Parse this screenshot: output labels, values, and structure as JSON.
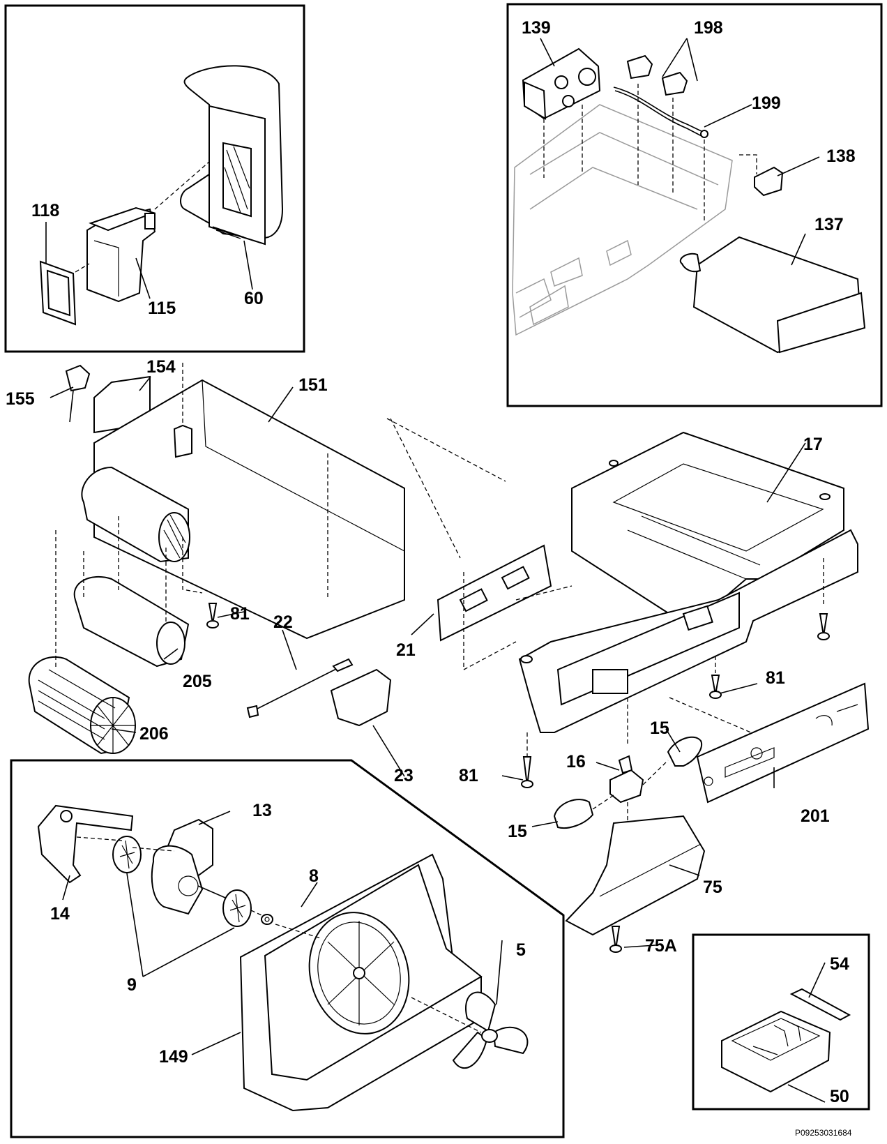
{
  "callouts": {
    "c118": "118",
    "c115": "115",
    "c60": "60",
    "c139": "139",
    "c198": "198",
    "c199": "199",
    "c138": "138",
    "c137": "137",
    "c155": "155",
    "c154": "154",
    "c151": "151",
    "c17": "17",
    "c81a": "81",
    "c81b": "81",
    "c81c": "81",
    "c22": "22",
    "c21": "21",
    "c205": "205",
    "c206": "206",
    "c23": "23",
    "c15a": "15",
    "c15b": "15",
    "c16": "16",
    "c201": "201",
    "c13": "13",
    "c14": "14",
    "c8": "8",
    "c9": "9",
    "c5": "5",
    "c149": "149",
    "c75": "75",
    "c75a": "75A",
    "c54": "54",
    "c50": "50"
  },
  "footer": {
    "code": "P09253031684"
  }
}
